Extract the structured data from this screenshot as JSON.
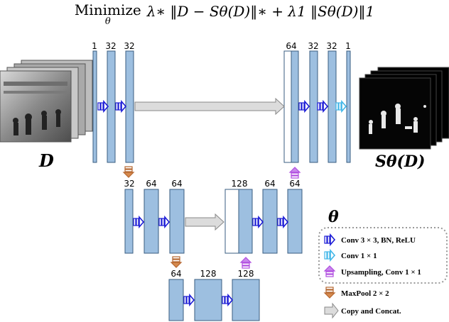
{
  "equation": {
    "operator": "Minimize",
    "operator_subscript": "θ",
    "expression": "λ∗ ‖D − Sθ(D)‖∗ + λ1 ‖Sθ(D)‖1"
  },
  "input_label": "D",
  "output_label": "Sθ(D)",
  "theta_label": "θ",
  "channels": {
    "enc1": [
      "1",
      "32",
      "32"
    ],
    "enc2": [
      "32",
      "64",
      "64"
    ],
    "bottleneck": [
      "64",
      "128",
      "128"
    ],
    "dec2": [
      "128",
      "64",
      "64"
    ],
    "dec1": [
      "64",
      "32",
      "32",
      "1"
    ]
  },
  "legend": {
    "conv3": "Conv 3 × 3, BN, ReLU",
    "conv1": "Conv 1 × 1",
    "upsample": "Upsampling, Conv 1 × 1",
    "maxpool": "MaxPool 2 × 2",
    "copy": "Copy and Concat."
  },
  "colors": {
    "block_fill": "#9dbfe0",
    "block_stroke": "#3a5d80",
    "conv3_arrow": "#1a1ad6",
    "conv1_arrow": "#3fb6e8",
    "upsample_arrow": "#b04de0",
    "maxpool_arrow": "#b5662f",
    "copy_arrow": "#dcdcdc"
  }
}
